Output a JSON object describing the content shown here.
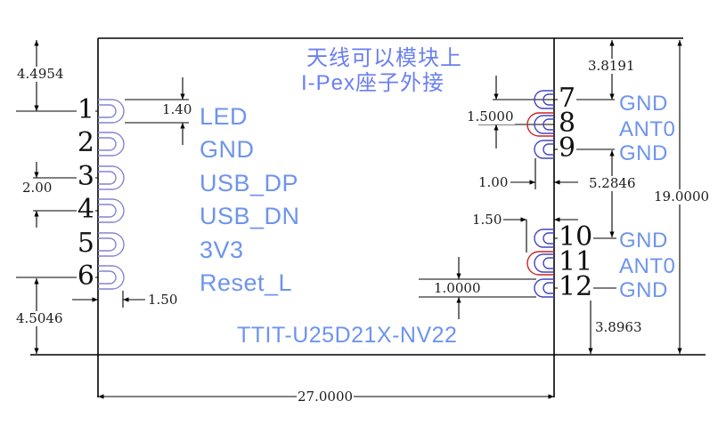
{
  "diagram": {
    "title": "TTIT-U25D21X-NV22",
    "note_line1": "天线可以模块上",
    "note_line2": "I-Pex座子外接"
  },
  "left_pins": [
    {
      "number": "1",
      "label": "LED"
    },
    {
      "number": "2",
      "label": "GND"
    },
    {
      "number": "3",
      "label": "USB_DP"
    },
    {
      "number": "4",
      "label": "USB_DN"
    },
    {
      "number": "5",
      "label": "3V3"
    },
    {
      "number": "6",
      "label": "Reset_L"
    }
  ],
  "right_pins": [
    {
      "number": "7",
      "label": "GND"
    },
    {
      "number": "8",
      "label": "ANT0"
    },
    {
      "number": "9",
      "label": "GND"
    },
    {
      "number": "10",
      "label": "GND"
    },
    {
      "number": "11",
      "label": "ANT0"
    },
    {
      "number": "12",
      "label": "GND"
    }
  ],
  "dimensions": {
    "left_top": "4.4954",
    "left_pad_height": "1.40",
    "left_pitch": "2.00",
    "left_bottom": "4.5046",
    "left_pad_width": "1.50",
    "board_width": "27.0000",
    "right_top": "3.8191",
    "right_pitch": "1.5000",
    "right_pad_inner": "1.00",
    "right_pad_outer": "1.50",
    "right_span": "5.2846",
    "board_height": "19.0000",
    "right_pad_height": "1.0000",
    "right_bottom": "3.8963"
  },
  "colors": {
    "label_blue": "#6E94EC",
    "note_blue": "#6A7FF2",
    "pad_left_blue": "#8383D2",
    "pad_right_blue": "#4444C0",
    "pad_ant_red": "#CC2222",
    "line_black": "#000000"
  }
}
